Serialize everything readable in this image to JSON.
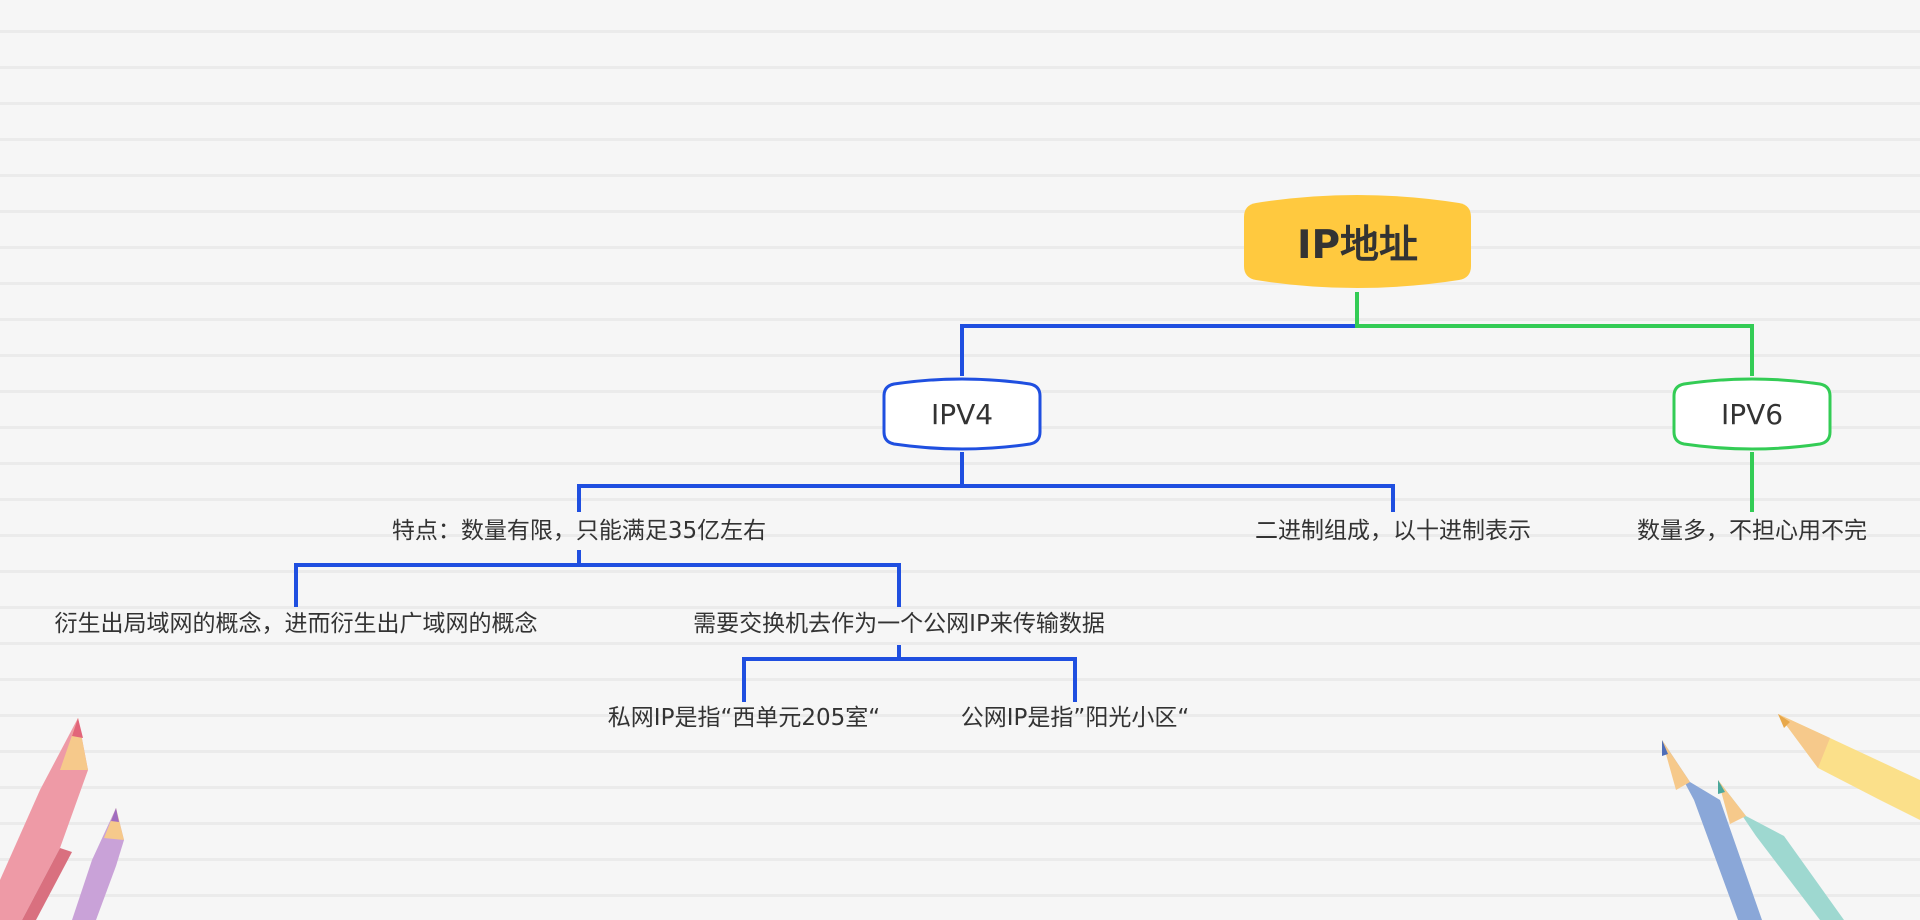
{
  "mindmap": {
    "root": "IP地址",
    "ipv4": {
      "label": "IPV4",
      "feature": "特点：数量有限，只能满足35亿左右",
      "lan_wan": "衍生出局域网的概念，进而衍生出广域网的概念",
      "switch": "需要交换机去作为一个公网IP来传输数据",
      "private_ip": "私网IP是指“西单元205室“",
      "public_ip": "公网IP是指”阳光小区“",
      "binary": "二进制组成，以十进制表示"
    },
    "ipv6": {
      "label": "IPV6",
      "quantity": "数量多，不担心用不完"
    }
  },
  "colors": {
    "root_fill": "#ffc93f",
    "ipv4_branch": "#1f4fe0",
    "ipv6_branch": "#33cc55",
    "text": "#333333",
    "background": "#f5f5f5"
  }
}
